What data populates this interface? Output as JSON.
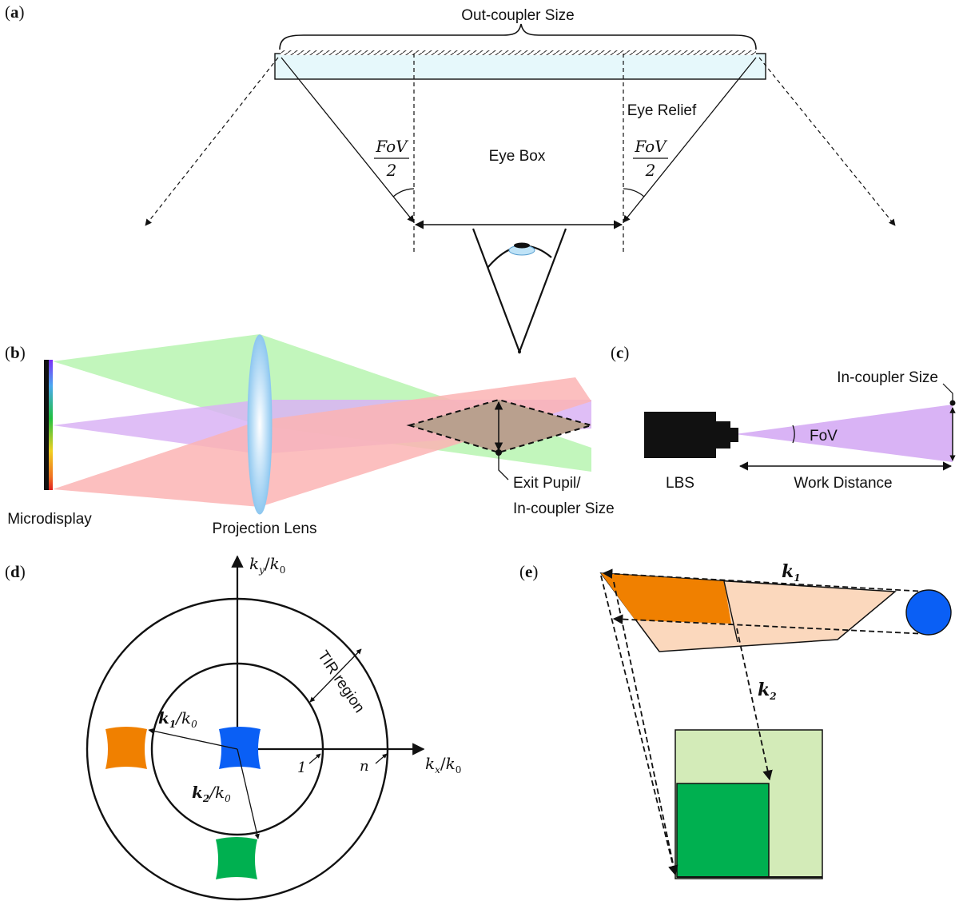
{
  "panels": {
    "a": {
      "tag_open": "(",
      "tag_letter": "a",
      "tag_close": ")",
      "out_coupler_size": "Out-coupler Size",
      "eye_relief": "Eye Relief",
      "eye_box": "Eye Box",
      "fov_num": "FoV",
      "fov_den": "2"
    },
    "b": {
      "tag_open": "(",
      "tag_letter": "b",
      "tag_close": ")",
      "microdisplay": "Microdisplay",
      "projection_lens": "Projection Lens",
      "exit_pupil_line1": "Exit Pupil/",
      "exit_pupil_line2": "In-coupler Size"
    },
    "c": {
      "tag_open": "(",
      "tag_letter": "c",
      "tag_close": ")",
      "in_coupler_size": "In-coupler Size",
      "fov": "FoV",
      "lbs": "LBS",
      "work_distance": "Work Distance"
    },
    "d": {
      "tag_open": "(",
      "tag_letter": "d",
      "tag_close": ")",
      "ky_k": "k",
      "ky_sub": "y",
      "ky_slash": "/",
      "ky_k0": "k",
      "ky_0": "0",
      "kx_k": "k",
      "kx_sub": "x",
      "kx_slash": "/",
      "kx_k0": "k",
      "kx_0": "0",
      "k1_k": "k",
      "k1_sub": "1",
      "k1_slash": "/",
      "k1_k0": "k",
      "k1_0": "0",
      "k2_k": "k",
      "k2_sub": "2",
      "k2_slash": "/",
      "k2_k0": "k",
      "k2_0": "0",
      "tir_region": "TIR region",
      "one": "1",
      "n": "n"
    },
    "e": {
      "tag_open": "(",
      "tag_letter": "e",
      "tag_close": ")",
      "k1_k": "k",
      "k1_sub": "1",
      "k2_k": "k",
      "k2_sub": "2"
    }
  },
  "colors": {
    "green_beam": "#b7f5b0",
    "purple_beam": "#d9b3f5",
    "red_beam": "#fbb4b4",
    "lens": "#9fd3f5",
    "orange": "#f08000",
    "orange_light": "#fbd8bd",
    "blue": "#0a5ff5",
    "green": "#00b050",
    "green_light": "#d3ebb8",
    "waveguide": "#e6f8fb"
  }
}
